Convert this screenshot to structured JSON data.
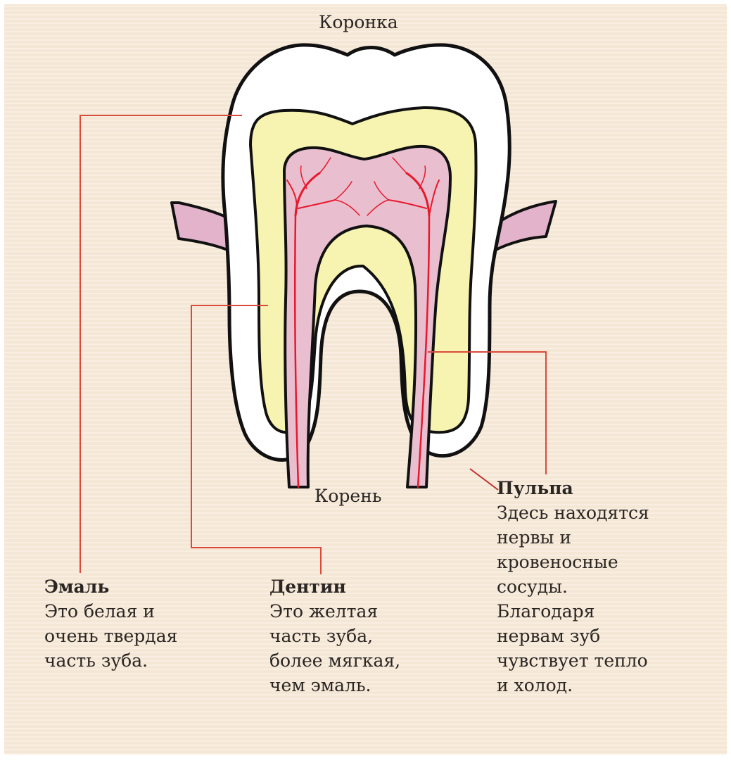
{
  "labels": {
    "crown": "Коронка",
    "root": "Корень"
  },
  "enamel": {
    "title": "Эмаль",
    "lines": [
      "Это белая и",
      "очень твердая",
      "часть зуба."
    ]
  },
  "dentin": {
    "title": "Дентин",
    "lines": [
      "Это желтая",
      "часть зуба,",
      "более мягкая,",
      "чем эмаль."
    ]
  },
  "pulp": {
    "title": "Пульпа",
    "lines": [
      "Здесь находятся",
      "нервы и",
      "кровеносные",
      "сосуды.",
      "Благодаря",
      "нервам зуб",
      "чувствует тепло",
      "и холод."
    ]
  },
  "colors": {
    "background": "#f5e7d6",
    "enamel": "#ffffff",
    "dentin": "#f7f3b0",
    "pulp": "#e9bfd0",
    "gum": "#e3b3cb",
    "vessels": "#e8182c",
    "leader_lines": "#d94a3a",
    "outline": "#111111"
  }
}
